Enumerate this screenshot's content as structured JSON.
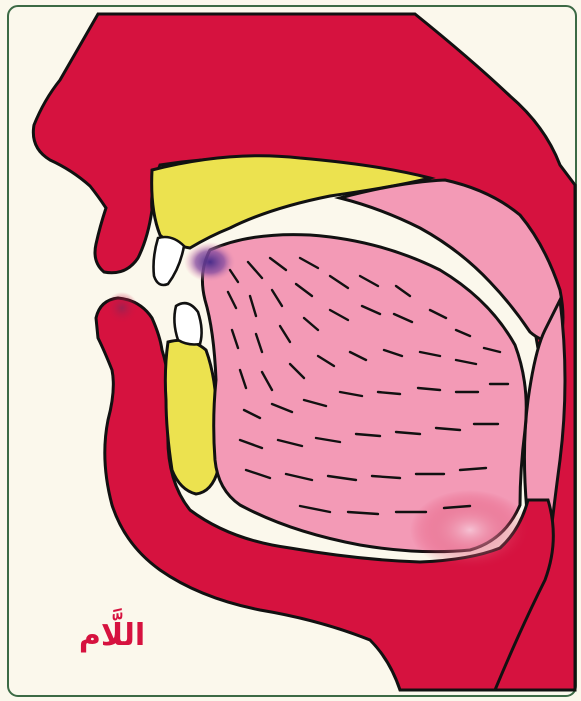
{
  "caption": "اللَّام",
  "colors": {
    "background": "#fbf8ec",
    "frame": "#3c6a45",
    "tissue": "#d6123f",
    "palate_yellow": "#ece24f",
    "tongue_pink": "#f39ab6",
    "teeth": "#ffffff",
    "articulation": "#4a2d8a",
    "outline": "#111111",
    "caption_text": "#d6123f"
  },
  "parts": [
    {
      "name": "upper-lip",
      "fill": "tissue"
    },
    {
      "name": "lower-lip",
      "fill": "tissue"
    },
    {
      "name": "hard-palate",
      "fill": "palate_yellow"
    },
    {
      "name": "soft-palate",
      "fill": "tongue_pink"
    },
    {
      "name": "lower-jaw-bone",
      "fill": "palate_yellow"
    },
    {
      "name": "tongue",
      "fill": "tongue_pink"
    },
    {
      "name": "upper-incisor",
      "fill": "teeth"
    },
    {
      "name": "lower-incisor",
      "fill": "teeth"
    },
    {
      "name": "articulation-point",
      "fill": "articulation"
    }
  ]
}
